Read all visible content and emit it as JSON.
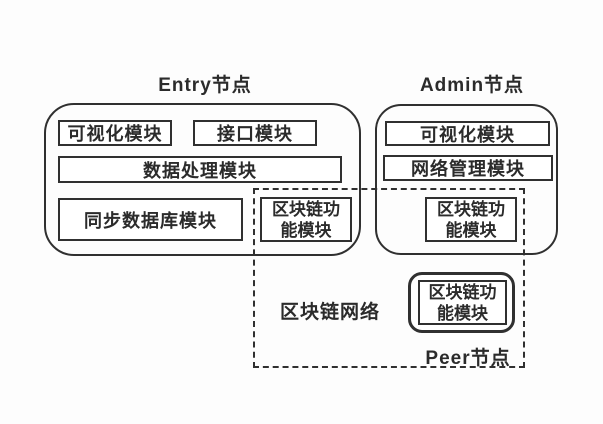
{
  "colors": {
    "line": "#303030",
    "background": "#fdfdfd",
    "box_fill": "#ffffff"
  },
  "nodes": {
    "entry": {
      "title": "Entry节点",
      "modules": {
        "visualization": "可视化模块",
        "interface": "接口模块",
        "data_processing": "数据处理模块",
        "sync_database": "同步数据库模块",
        "blockchain_function": "区块链功能模块"
      }
    },
    "admin": {
      "title": "Admin节点",
      "modules": {
        "visualization": "可视化模块",
        "network_management": "网络管理模块",
        "blockchain_function": "区块链功能模块"
      }
    },
    "peer": {
      "title": "Peer节点",
      "modules": {
        "blockchain_function": "区块链功能模块"
      }
    },
    "network": {
      "label": "区块链网络"
    }
  }
}
